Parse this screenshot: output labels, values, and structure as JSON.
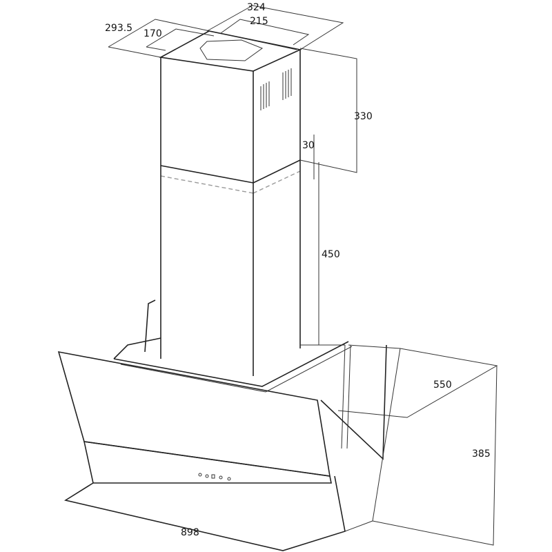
{
  "title": "Range hood dimension drawing",
  "dimensions": {
    "top_depth": "293.5",
    "top_width": "324",
    "duct_depth": "170",
    "duct_width": "215",
    "upper_chimney_height": "330",
    "overlap": "30",
    "lower_chimney_height": "450",
    "hood_depth": "550",
    "hood_height": "385",
    "hood_width": "898"
  }
}
